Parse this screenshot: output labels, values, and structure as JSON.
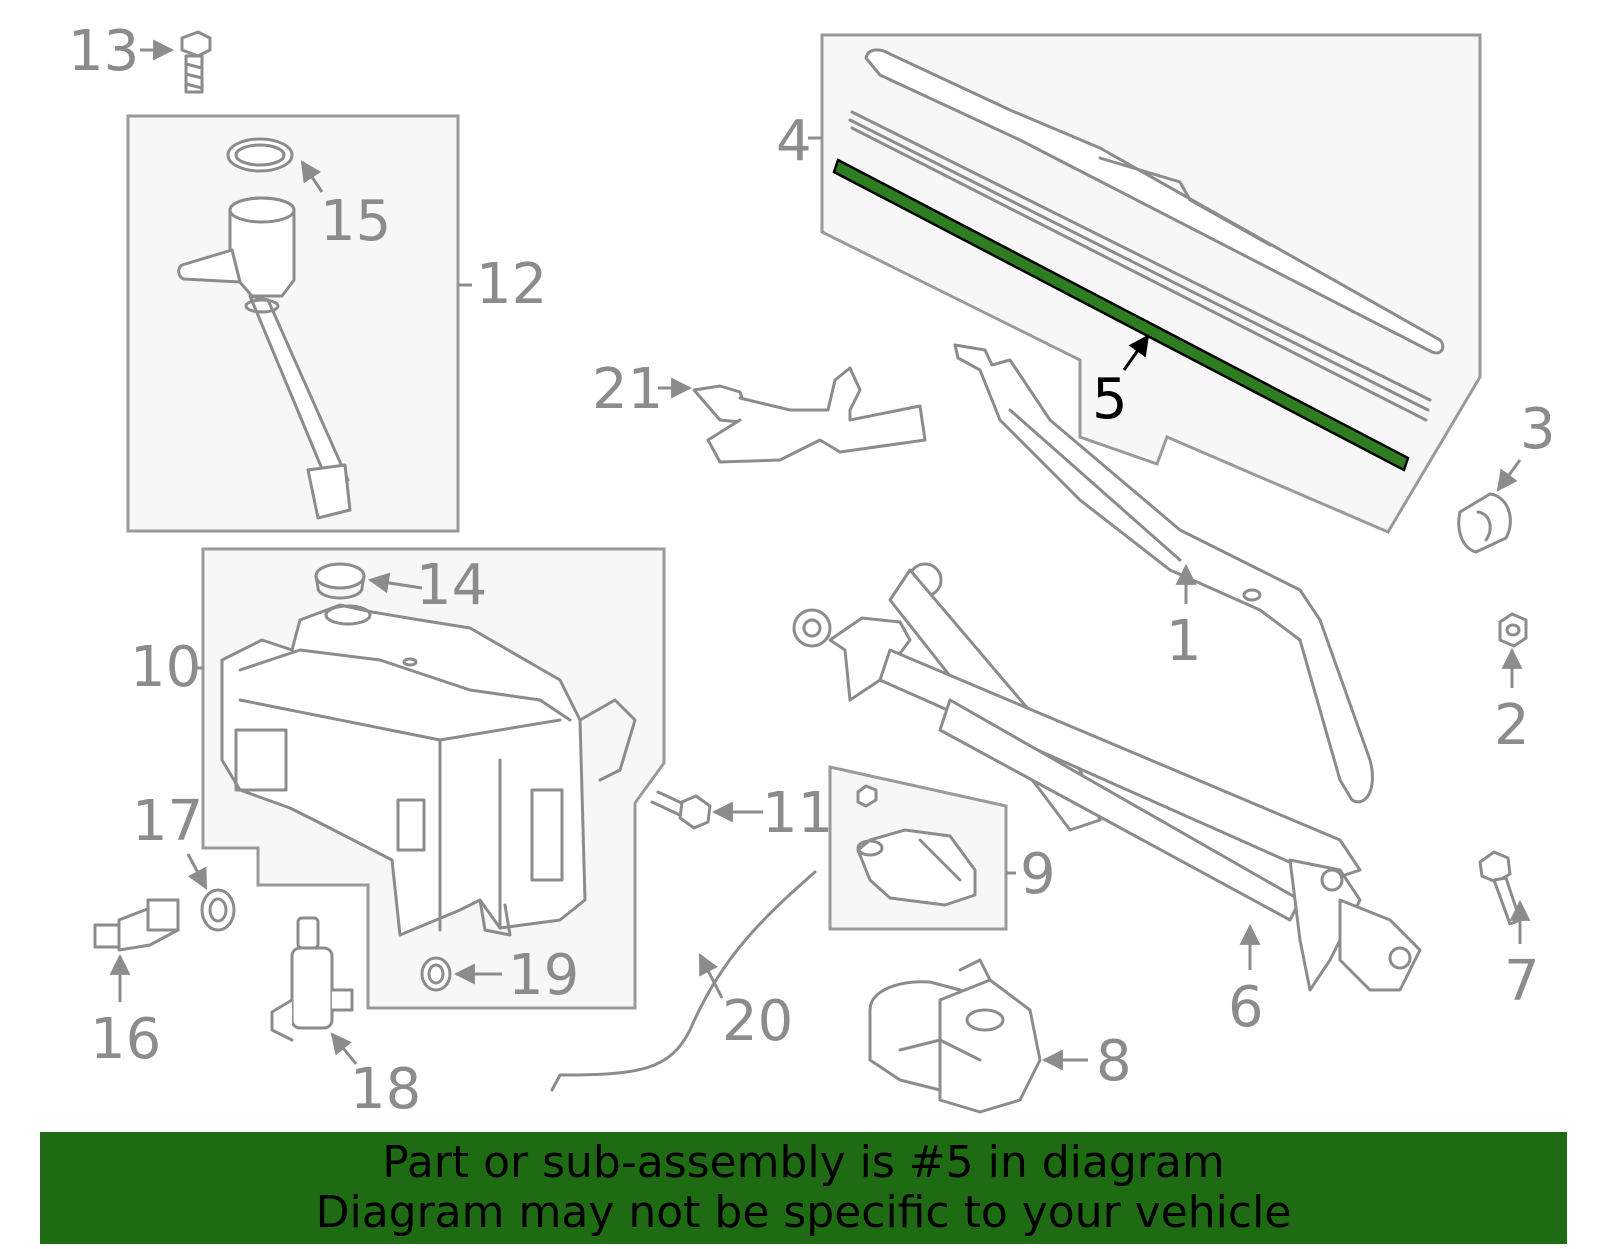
{
  "diagram": {
    "highlight_color": "#1e6b14",
    "highlighted_part": "5",
    "callouts": [
      "1",
      "2",
      "3",
      "4",
      "5",
      "6",
      "7",
      "8",
      "9",
      "10",
      "11",
      "12",
      "13",
      "14",
      "15",
      "16",
      "17",
      "18",
      "19",
      "20",
      "21"
    ]
  },
  "banner": {
    "line1": "Part or sub-assembly is #5 in diagram",
    "line2": "Diagram may not be specific to your vehicle",
    "background": "#1e6b14"
  }
}
